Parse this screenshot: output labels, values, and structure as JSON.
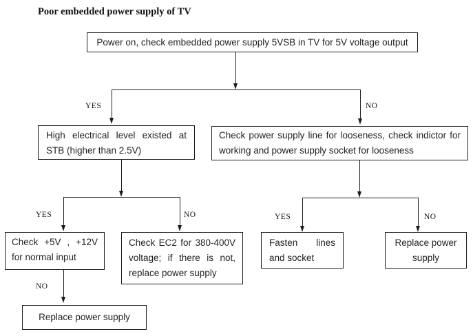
{
  "title": "Poor embedded power supply of TV",
  "flowchart": {
    "nodes": {
      "start": {
        "lines": [
          "Power on, check embedded power supply 5VSB in TV for 5V voltage output"
        ]
      },
      "stb_level": {
        "lines": [
          "High electrical level existed at",
          "STB (higher than 2.5V)"
        ]
      },
      "check_supply_line": {
        "lines": [
          "Check power supply line for looseness, check indictor for",
          "working and power supply socket for looseness"
        ]
      },
      "check_voltages": {
        "lines": [
          "Check +5V , +12V",
          "for normal input"
        ]
      },
      "check_ec2": {
        "lines": [
          "Check EC2 for 380-400V",
          "voltage; if there is not,",
          "replace power supply"
        ]
      },
      "replace_supply_left": {
        "lines": [
          "Replace power supply"
        ]
      },
      "fasten_lines": {
        "lines": [
          "Fasten lines",
          "and socket"
        ]
      },
      "replace_supply_right": {
        "lines": [
          "Replace power",
          "supply"
        ]
      }
    },
    "branch_labels": {
      "yes": "YES",
      "no": "NO"
    },
    "colors": {
      "line": "#1d1d1d",
      "background": "#ffffff"
    }
  }
}
